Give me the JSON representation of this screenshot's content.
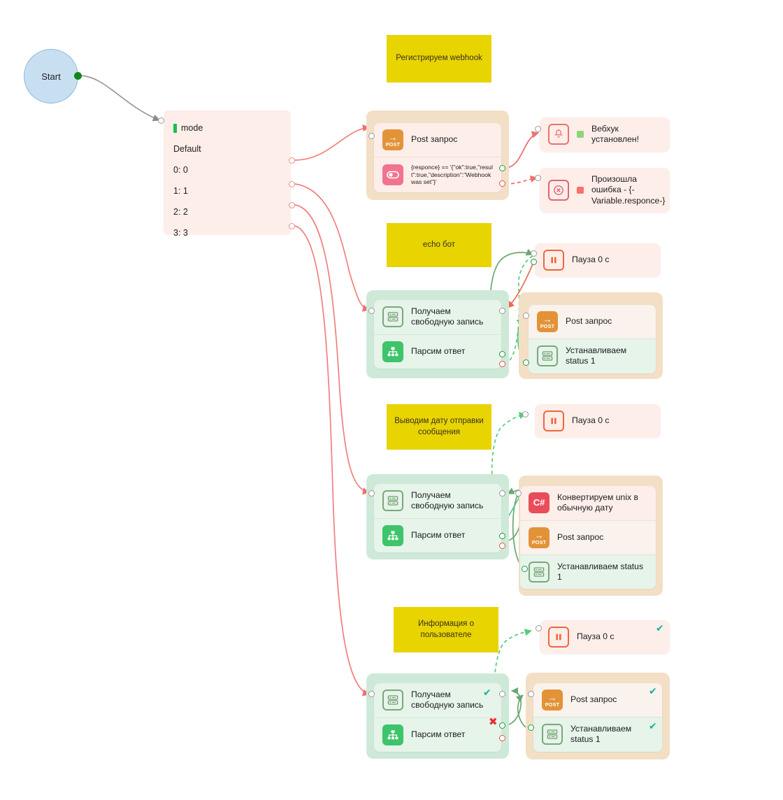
{
  "start": {
    "label": "Start"
  },
  "mode_node": {
    "title": "mode",
    "rows": [
      {
        "label": "Default"
      },
      {
        "label": "0: 0"
      },
      {
        "label": "1: 1"
      },
      {
        "label": "2: 2"
      },
      {
        "label": "3: 3"
      }
    ]
  },
  "notes": [
    {
      "text": "Регистрируем webhook"
    },
    {
      "text": "echo бот"
    },
    {
      "text": "Выводим дату отправки сообщения"
    },
    {
      "text": "Информация о пользователе"
    }
  ],
  "webhook_group": {
    "post_label": "Post запрос",
    "condition_label": "{responce} == '{\"ok\":true,\"result\":true,\"description\":\"Webhook was set\"}'",
    "success_notification": "Вебхук установлен!",
    "error_notification": "Произошла ошибка - {-Variable.responce-}"
  },
  "echo_group": {
    "get_record_label": "Получаем свободную запись",
    "parse_label": "Парсим ответ",
    "pause_label": "Пауза 0 с",
    "post_label": "Post запрос",
    "set_status_label": "Устанавливаем status 1"
  },
  "date_group": {
    "get_record_label": "Получаем свободную запись",
    "parse_label": "Парсим ответ",
    "pause_label": "Пауза 0 с",
    "csharp_label": "Конвертируем unix в обычную дату",
    "post_label": "Post запрос",
    "set_status_label": "Устанавливаем status 1"
  },
  "user_group": {
    "get_record_label": "Получаем свободную запись",
    "parse_label": "Парсим ответ",
    "pause_label": "Пауза 0 с",
    "post_label": "Post запрос",
    "set_status_label": "Устанавливаем status 1"
  },
  "icons": {
    "post": "POST",
    "csharp": "C#"
  },
  "colors": {
    "note_yellow": "#e8d400",
    "start_blue": "#c8dff2",
    "group_green": "#cfe9d8",
    "group_tan": "#f2dfc6",
    "card_pink": "#fdeee9",
    "edge_red": "#f08080",
    "edge_green": "#6aa86f",
    "ok_check": "#17b39a",
    "bad_cross": "#ef2b2b"
  }
}
